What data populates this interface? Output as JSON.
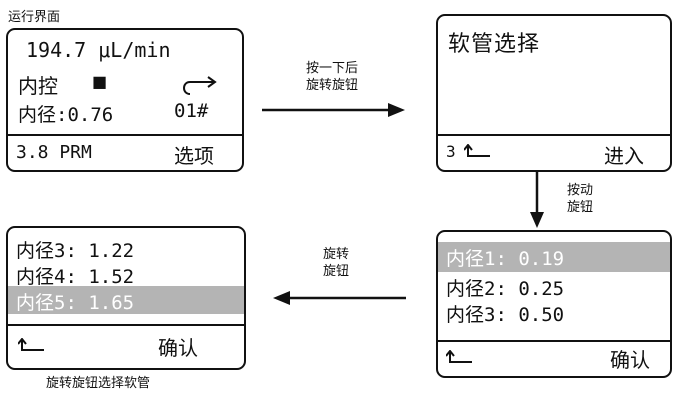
{
  "captions": {
    "run_screen": "运行界面",
    "bottom_left": "旋转旋钮选择软管"
  },
  "screen1": {
    "flow": "194.7 μL/min",
    "mode_label": "内控",
    "mode_symbol": "■",
    "diameter": "内径:0.76",
    "number": "01#",
    "speed": "3.8 PRM",
    "options": "选项"
  },
  "screen2": {
    "title": "软管选择",
    "back_number": "3",
    "enter": "进入"
  },
  "screen3": {
    "items": [
      "内径1: 0.19",
      "内径2: 0.25",
      "内径3: 0.50"
    ],
    "selected_index": 0,
    "confirm": "确认"
  },
  "screen4": {
    "items": [
      "内径3: 1.22",
      "内径4: 1.52",
      "内径5: 1.65"
    ],
    "selected_index": 2,
    "confirm": "确认"
  },
  "arrows": {
    "a1_line1": "按一下后",
    "a1_line2": "旋转旋钮",
    "a2_line1": "按动",
    "a2_line2": "旋钮",
    "a3_line1": "旋转",
    "a3_line2": "旋钮"
  },
  "icons": [
    "rotate-arrow-icon",
    "back-return-icon",
    "right-arrow",
    "down-arrow",
    "left-arrow"
  ]
}
